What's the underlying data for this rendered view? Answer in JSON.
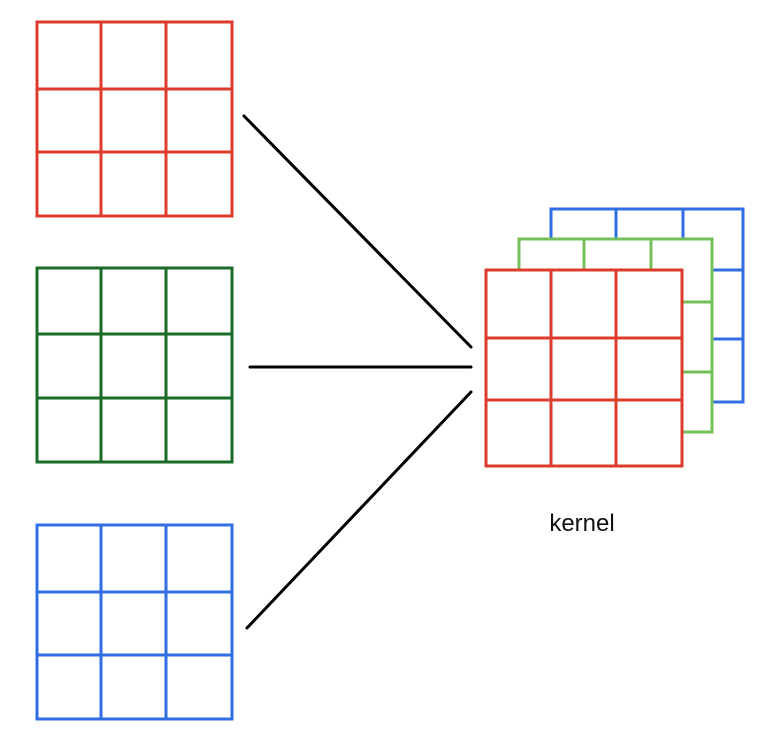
{
  "diagram": {
    "kernel_label": "kernel",
    "colors": {
      "red_channel": "#dd3b2b",
      "green_channel": "#1b6b2a",
      "blue_channel": "#2f6ee3",
      "kernel_green_layer": "#76bf59",
      "connector": "#000000"
    },
    "input_grids": [
      {
        "name": "red",
        "rows": 3,
        "cols": 3
      },
      {
        "name": "green",
        "rows": 3,
        "cols": 3
      },
      {
        "name": "blue",
        "rows": 3,
        "cols": 3
      }
    ],
    "kernel_layers": [
      {
        "name": "blue",
        "rows": 3,
        "cols": 3
      },
      {
        "name": "green",
        "rows": 3,
        "cols": 3
      },
      {
        "name": "red",
        "rows": 3,
        "cols": 3
      }
    ]
  }
}
